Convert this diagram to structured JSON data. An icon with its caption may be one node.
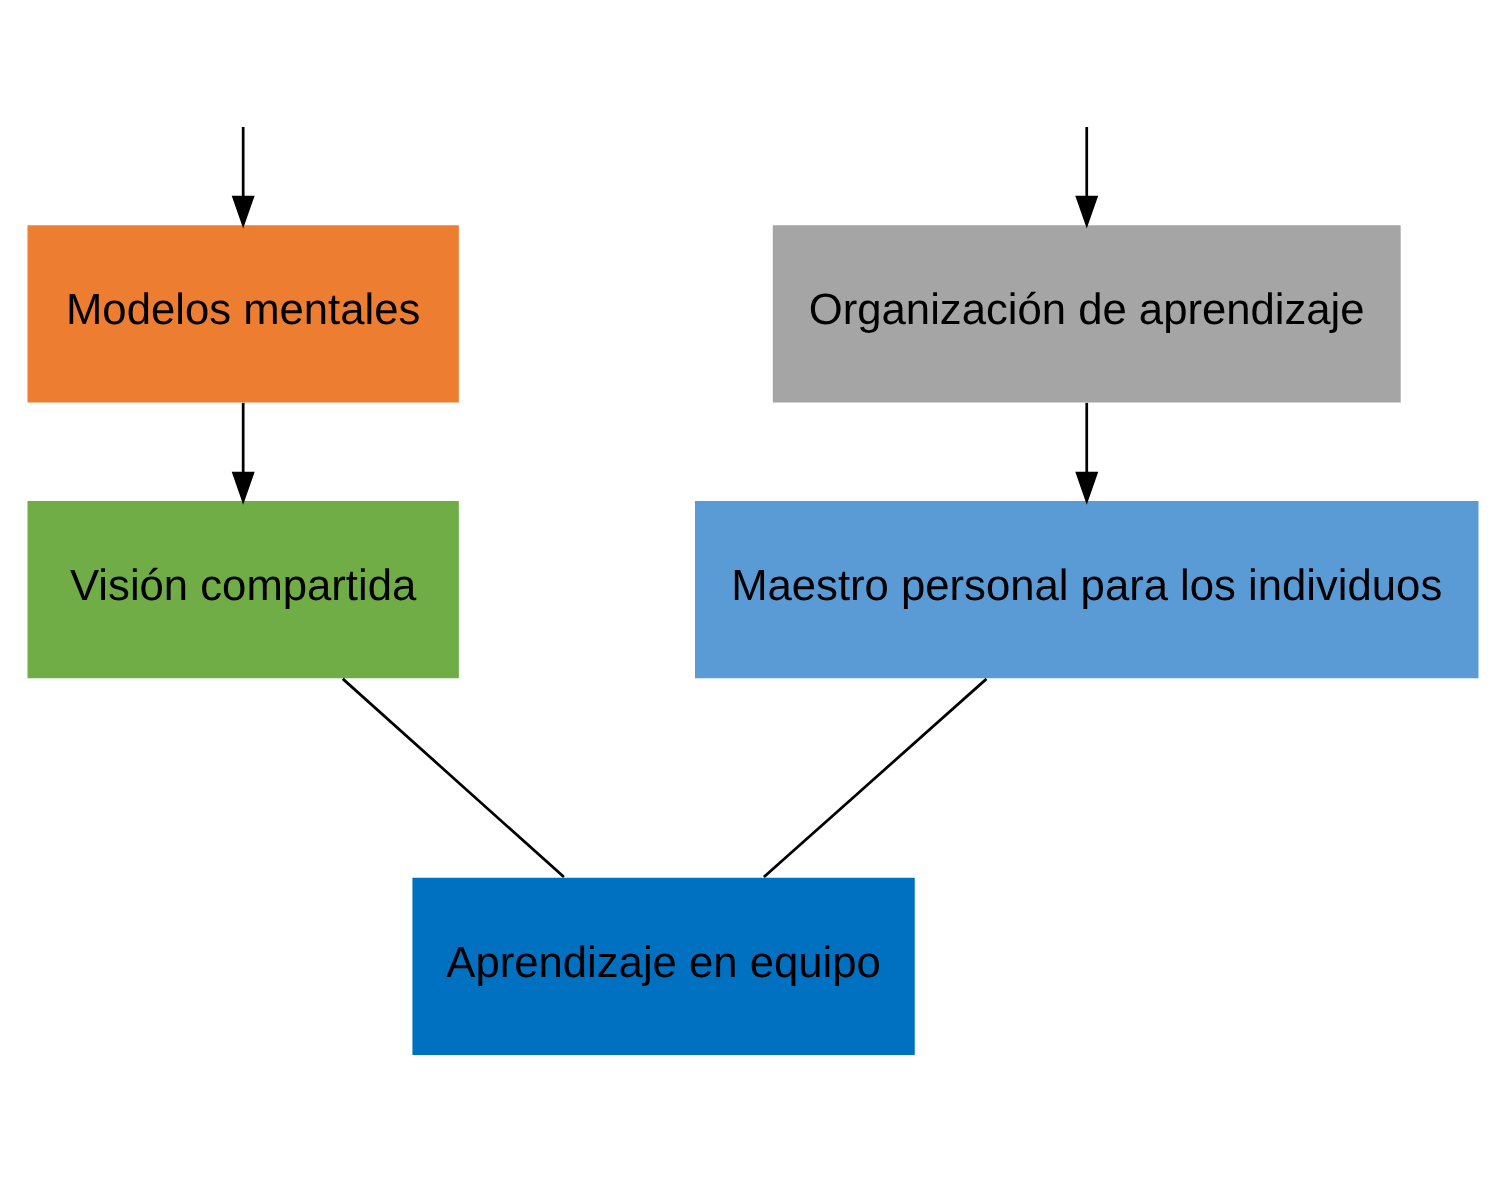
{
  "diagram": {
    "nodes": [
      {
        "text": [
          "Organización de aprendizaje"
        ]
      },
      {
        "text": [
          "Maestro personal para los individuos"
        ]
      },
      {
        "text": [
          "Modelos mentales"
        ]
      },
      {
        "text": [
          "Visión compartida"
        ]
      },
      {
        "text": [
          "Aprendizaje en equipo"
        ]
      }
    ],
    "edges": [
      {
        "from": null,
        "to": 0,
        "arrow": "to"
      },
      {
        "from": null,
        "to": 2,
        "arrow": "to"
      },
      {
        "from": 0,
        "to": 1,
        "arrow": "to"
      },
      {
        "from": 2,
        "to": 3,
        "arrow": "to"
      },
      {
        "from": 1,
        "to": 4,
        "arrow": "none"
      },
      {
        "from": 3,
        "to": 4,
        "arrow": "none"
      }
    ]
  }
}
